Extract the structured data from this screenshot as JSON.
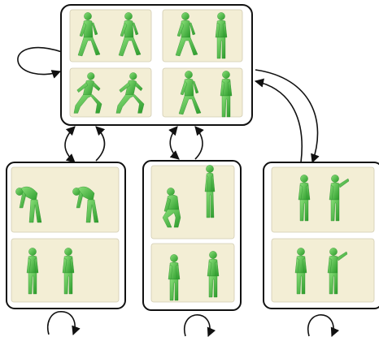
{
  "colors": {
    "background": "#ffffff",
    "box_border": "#111111",
    "panel_fill": "#f3eed5",
    "figure_light": "#7cd66c",
    "figure_dark": "#2a9a2a"
  },
  "nodes": [
    {
      "id": "locomotion",
      "poses": [
        [
          "walk-left",
          "walk-right"
        ],
        [
          "walk-front",
          "walk-side"
        ],
        [
          "run-left",
          "run-right"
        ],
        [
          "walk-turn",
          "walk-back"
        ]
      ]
    },
    {
      "id": "bending",
      "poses": [
        [
          "bend-forward",
          "bend-side"
        ],
        [
          "stand-slouch",
          "stand-slouch-2"
        ]
      ]
    },
    {
      "id": "crouch-jump",
      "poses": [
        [
          "crouch",
          "stand-tall"
        ],
        [
          "stand-straight",
          "stand-straight-2"
        ]
      ]
    },
    {
      "id": "gesture",
      "poses": [
        [
          "stand-idle",
          "raise-arm"
        ],
        [
          "stand-idle-2",
          "point-arm"
        ]
      ]
    }
  ],
  "edges": [
    {
      "from": "locomotion",
      "to": "locomotion",
      "kind": "self-loop"
    },
    {
      "from": "locomotion",
      "to": "bending",
      "kind": "two-way"
    },
    {
      "from": "locomotion",
      "to": "crouch-jump",
      "kind": "two-way"
    },
    {
      "from": "locomotion",
      "to": "gesture",
      "kind": "two-way"
    },
    {
      "from": "bending",
      "to": "bending",
      "kind": "self-loop"
    },
    {
      "from": "crouch-jump",
      "to": "crouch-jump",
      "kind": "self-loop"
    },
    {
      "from": "gesture",
      "to": "gesture",
      "kind": "self-loop"
    }
  ]
}
